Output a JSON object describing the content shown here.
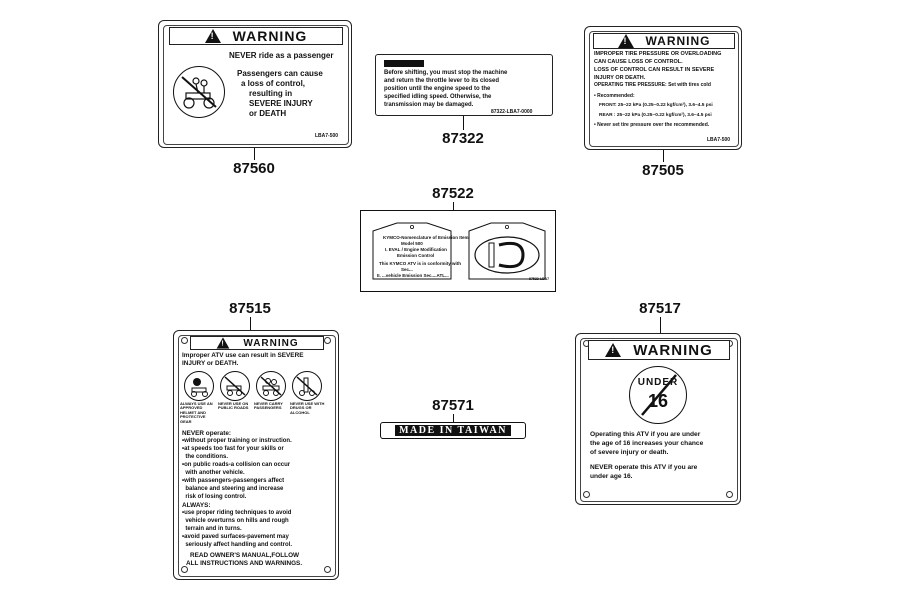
{
  "labels": {
    "p87560": {
      "part_number": "87560",
      "warning": "WARNING",
      "line1": "NEVER ride as a passenger",
      "body": [
        "Passengers can cause",
        "a loss of control,",
        "resulting in",
        "SEVERE INJURY",
        "or DEATH"
      ],
      "code": "LBA7-500"
    },
    "p87322": {
      "part_number": "87322",
      "lines": [
        "Before shifting, you must stop the machine",
        "and return the throttle lever to its closed",
        "position until the engine speed to the",
        "specified idling speed. Otherwise, the",
        "transmission may be damaged."
      ],
      "code": "87322-LBA7-0000"
    },
    "p87505": {
      "part_number": "87505",
      "warning": "WARNING",
      "lines": [
        "IMPROPER TIRE PRESSURE OR OVERLOADING",
        "CAN CAUSE LOSS OF CONTROL.",
        "LOSS OF CONTROL CAN RESULT IN SEVERE",
        "INJURY OR DEATH.",
        "OPERATING TIRE PRESSURE: Set with tires cold",
        "• Recommended:",
        "FRONT: 25~22 kPa (0.25~0.22 kgf/cm²), 3.6~4.5 psi",
        "REAR   : 25~22 kPa (0.25~0.22 kgf/cm²), 3.6~4.5 psi",
        "• Never set tire pressure over the recommended."
      ],
      "code": "LBA7-500"
    },
    "p87522": {
      "part_number": "87522",
      "left_lines": [
        "KYMCO-Nomenclature of Emission Items",
        "Model 500",
        "I. EVAL / Engine Modification",
        "Emission Control",
        "This KYMCO ATV is in conformity with",
        "Sec...",
        "II. ...vehicle Emission Sec....ATL..."
      ],
      "right_code": "87522-LBA7"
    },
    "p87515": {
      "part_number": "87515",
      "warning": "WARNING",
      "header": [
        "Improper ATV use can result in SEVERE",
        "INJURY or DEATH."
      ],
      "icon_captions": [
        "ALWAYS USE AN APPROVED HELMET AND PROTECTIVE GEAR",
        "NEVER USE ON PUBLIC ROADS",
        "NEVER CARRY PASSENGERS",
        "NEVER USE WITH DRUGS OR ALCOHOL"
      ],
      "never": "NEVER operate:",
      "never_items": [
        "•without proper training or instruction.",
        "•at speeds too fast for your skills or",
        "  the conditions.",
        "•on public roads-a collision can occur",
        "  with another vehicle.",
        "•with passengers-passengers affect",
        "  balance and steering and increase",
        "  risk of losing control."
      ],
      "always": "ALWAYS:",
      "always_items": [
        "•use proper riding techniques to avoid",
        "  vehicle overturns on hills and rough",
        "  terrain and in turns.",
        "•avoid paved surfaces-pavement may",
        "  seriously affect handling and control."
      ],
      "footer": [
        "READ OWNER'S MANUAL,FOLLOW",
        "ALL INSTRUCTIONS AND WARNINGS."
      ]
    },
    "p87571": {
      "part_number": "87571",
      "text": "MADE IN TAIWAN"
    },
    "p87517": {
      "part_number": "87517",
      "warning": "WARNING",
      "badge_top": "UNDER",
      "badge_num": "16",
      "para1": [
        "Operating this ATV if you are under",
        "the age of 16 increases your chance",
        "of severe injury or death."
      ],
      "para2": [
        "NEVER operate this ATV if you are",
        "under age 16."
      ]
    }
  }
}
